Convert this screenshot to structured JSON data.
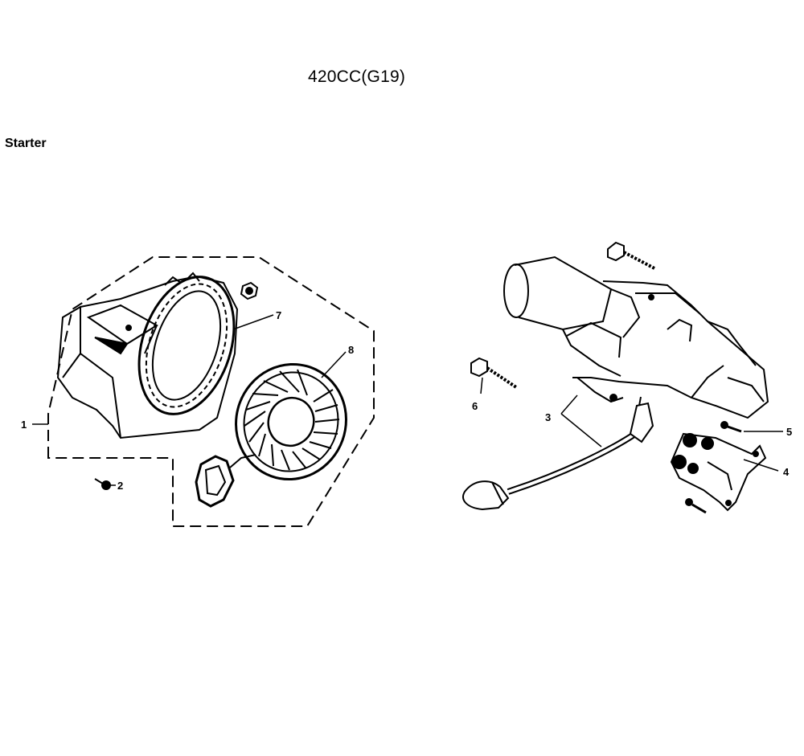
{
  "header": {
    "title": "420CC(G19)",
    "section": "Starter"
  },
  "callouts": {
    "c1": "1",
    "c2": "2",
    "c3": "3",
    "c4": "4",
    "c5": "5",
    "c6": "6",
    "c7": "7",
    "c8": "8"
  },
  "colors": {
    "ink": "#000000",
    "paper": "#ffffff"
  }
}
